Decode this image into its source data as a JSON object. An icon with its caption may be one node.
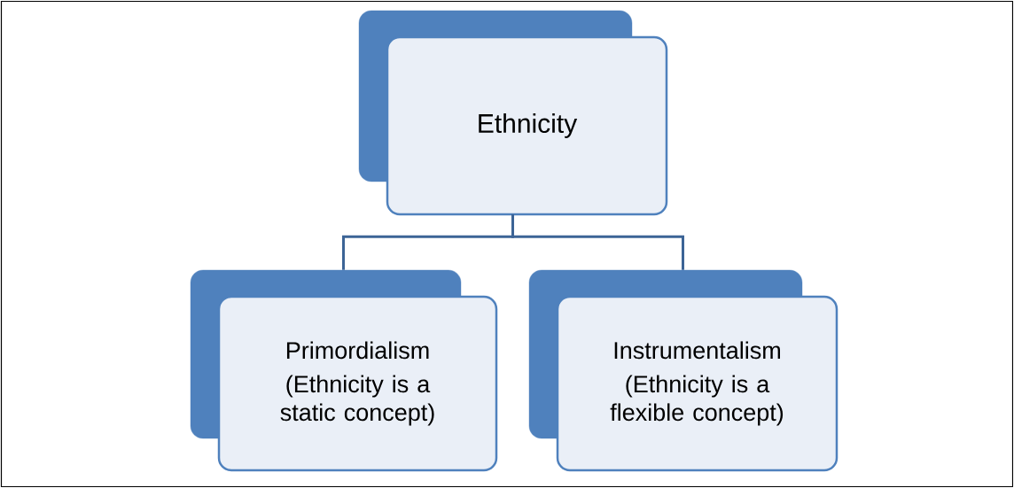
{
  "diagram": {
    "nodes": [
      {
        "text": [
          "Ethnicity"
        ]
      },
      {
        "text": [
          "Primordialism",
          "(Ethnicity is a static concept)"
        ]
      },
      {
        "text": [
          "Instrumentalism",
          "(Ethnicity is a flexible concept)"
        ]
      }
    ],
    "edges": [
      {
        "from": 0,
        "to": 1,
        "arrow": "none"
      },
      {
        "from": 0,
        "to": 2,
        "arrow": "none"
      }
    ]
  }
}
